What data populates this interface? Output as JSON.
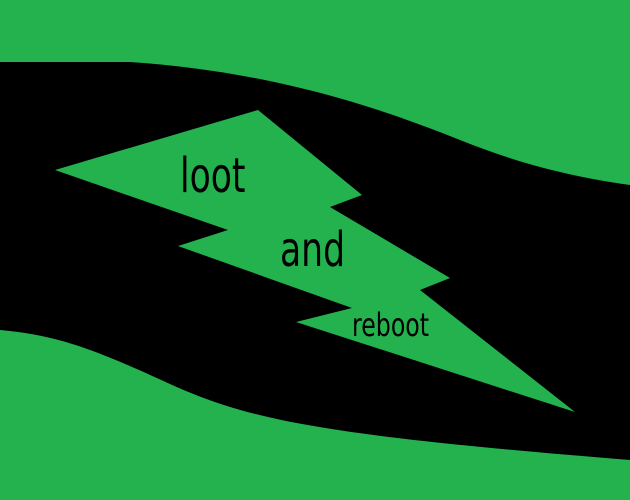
{
  "title_words": [
    "loot",
    "and",
    "reboot"
  ],
  "colors": {
    "green": "#24b24e",
    "black": "#000000",
    "text": "#000000"
  },
  "icons": {
    "bolt": "lightning-bolt-icon"
  }
}
